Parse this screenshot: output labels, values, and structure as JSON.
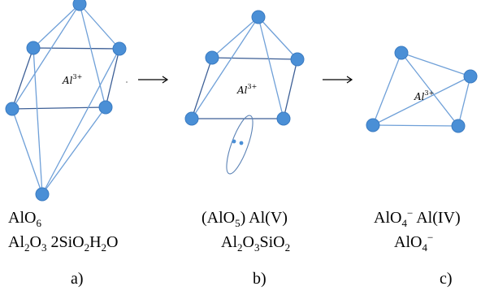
{
  "ion": {
    "base": "Al",
    "charge": "3+"
  },
  "panels": [
    {
      "formula_line1": [
        "AlO",
        "6"
      ],
      "formula_line2": [
        [
          "Al",
          ""
        ],
        [
          "2",
          "sub"
        ],
        [
          "O",
          ""
        ],
        [
          "3",
          "sub"
        ],
        [
          " 2SiO",
          ""
        ],
        [
          "2",
          "sub"
        ],
        [
          "H",
          ""
        ],
        [
          "2",
          "sub"
        ],
        [
          "O",
          ""
        ]
      ],
      "label": "a)"
    },
    {
      "formula_line1": [
        [
          "(AlO",
          ""
        ],
        [
          "5",
          "sub"
        ],
        [
          ")",
          ""
        ],
        [
          " Al(V)",
          ""
        ]
      ],
      "formula_line2": [
        [
          "Al",
          ""
        ],
        [
          "2",
          "sub"
        ],
        [
          "O",
          ""
        ],
        [
          "3",
          "sub"
        ],
        [
          "SiO",
          ""
        ],
        [
          "2",
          "sub"
        ]
      ],
      "label": "b)"
    },
    {
      "formula_line1": [
        [
          "AlO",
          ""
        ],
        [
          "4",
          "sub"
        ],
        [
          "−",
          "sup"
        ],
        [
          " Al(IV)",
          ""
        ]
      ],
      "formula_line2": [
        [
          "AlO",
          ""
        ],
        [
          "4",
          "sub"
        ],
        [
          "−",
          "sup"
        ]
      ],
      "label": "c)"
    }
  ],
  "colors": {
    "atom": "#4a8fd6",
    "edge": "#6fa0d8",
    "edge_dark": "#3d5f96"
  }
}
